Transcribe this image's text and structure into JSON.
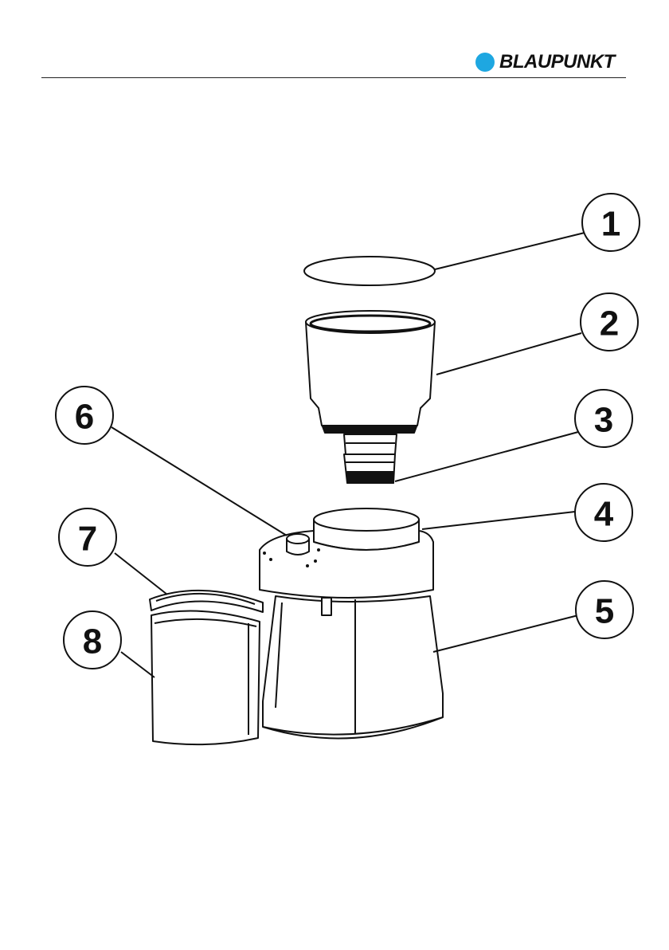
{
  "brand": {
    "name": "BLAUPUNKT",
    "accent_color": "#1ea7e1"
  },
  "callouts": [
    {
      "id": "1",
      "label": "1"
    },
    {
      "id": "2",
      "label": "2"
    },
    {
      "id": "3",
      "label": "3"
    },
    {
      "id": "4",
      "label": "4"
    },
    {
      "id": "5",
      "label": "5"
    },
    {
      "id": "6",
      "label": "6"
    },
    {
      "id": "7",
      "label": "7"
    },
    {
      "id": "8",
      "label": "8"
    }
  ]
}
